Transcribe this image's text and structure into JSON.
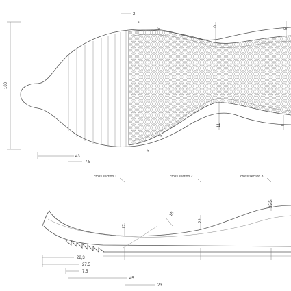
{
  "labels": {
    "overall_height": "100",
    "heel_43": "43",
    "heel_7_5_top": "7,5",
    "top_2": "2",
    "top_5_left_a": "5",
    "top_5_left_b": "5",
    "top_10": "10",
    "top_5_right": "5",
    "mid_5_left_a": "5",
    "mid_5_left_b": "5",
    "mid_11": "11",
    "mid_5_right": "5",
    "cross_section_1": "cross section 1",
    "cross_section_2": "cross section 2",
    "cross_section_3": "cross section 3",
    "side_17": "17",
    "side_15": "15",
    "side_22": "22",
    "side_35_5": "35,5",
    "bot_22_3": "22,3",
    "bot_27_5": "27,5",
    "bot_7_5": "7,5",
    "bot_45": "45",
    "bot_23": "23"
  }
}
